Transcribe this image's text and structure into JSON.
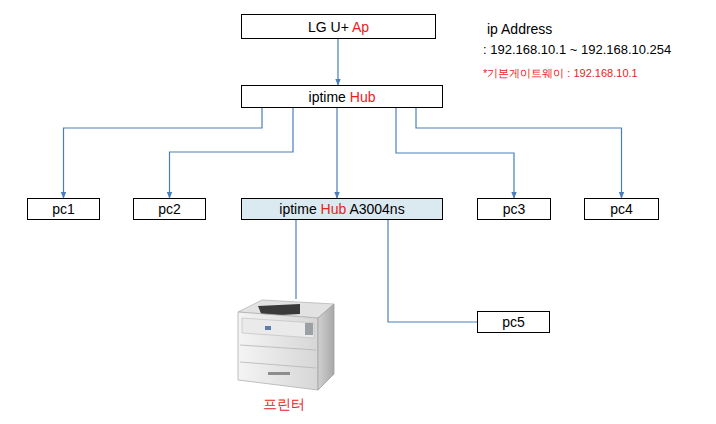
{
  "diagram": {
    "nodes": [
      {
        "text": [
          "LG U+ Ap"
        ]
      },
      {
        "text": [
          "iptime Hub"
        ]
      },
      {
        "text": [
          "pc1"
        ]
      },
      {
        "text": [
          "pc2"
        ]
      },
      {
        "text": [
          "iptime Hub A3004ns"
        ]
      },
      {
        "text": [
          "pc3"
        ]
      },
      {
        "text": [
          "pc4"
        ]
      },
      {
        "text": [
          "프린터"
        ]
      },
      {
        "text": [
          "pc5"
        ]
      }
    ],
    "edges": [
      {
        "from": 0,
        "to": 1,
        "arrow": "to"
      },
      {
        "from": 1,
        "to": 2,
        "arrow": "to"
      },
      {
        "from": 1,
        "to": 3,
        "arrow": "to"
      },
      {
        "from": 1,
        "to": 4,
        "arrow": "to"
      },
      {
        "from": 1,
        "to": 5,
        "arrow": "to"
      },
      {
        "from": 1,
        "to": 6,
        "arrow": "to"
      },
      {
        "from": 4,
        "to": 7,
        "arrow": "none"
      },
      {
        "from": 4,
        "to": 8,
        "arrow": "none"
      }
    ],
    "labels": [
      "ip Address",
      ": 192.168.10.1 ~ 192.168.10.254",
      "*기본게이트웨이 : 192.168.10.1"
    ]
  }
}
